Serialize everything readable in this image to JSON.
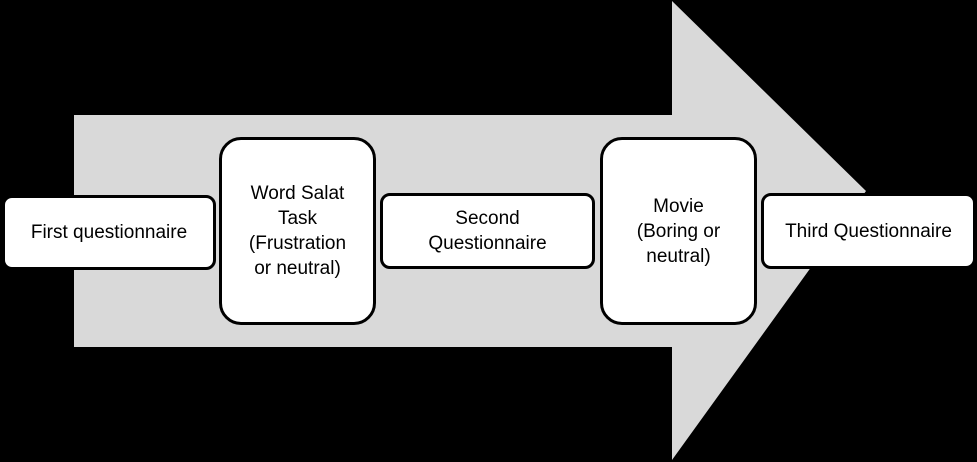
{
  "colors": {
    "background": "#000000",
    "arrow_fill": "#d9d9d9",
    "box_fill": "#ffffff",
    "box_border": "#000000"
  },
  "steps": [
    {
      "label": "First questionnaire"
    },
    {
      "label": "Word Salat\nTask\n(Frustration\nor neutral)"
    },
    {
      "label": "Second\nQuestionnaire"
    },
    {
      "label": "Movie\n(Boring or\nneutral)"
    },
    {
      "label": "Third Questionnaire"
    }
  ]
}
